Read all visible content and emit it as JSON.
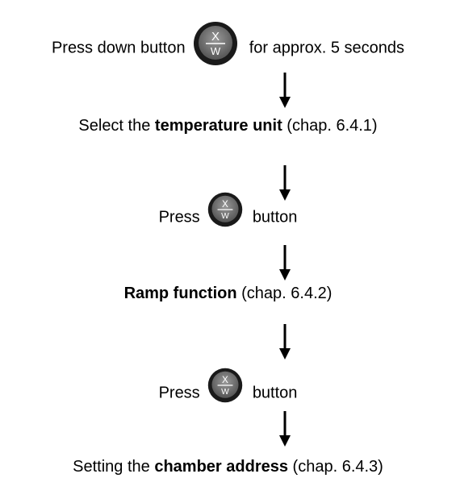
{
  "steps": [
    {
      "before": "Press down button",
      "after": "for approx. 5 seconds",
      "icon": "xw-button-icon"
    },
    {
      "before": "Select the",
      "bold": "temperature unit",
      "after": "(chap. 6.4.1)"
    },
    {
      "before": "Press",
      "after": "button",
      "icon": "xw-button-icon"
    },
    {
      "bold": "Ramp function",
      "after": "(chap. 6.4.2)"
    },
    {
      "before": "Press",
      "after": "button",
      "icon": "xw-button-icon"
    },
    {
      "before": "Setting the",
      "bold": "chamber address",
      "after": "(chap. 6.4.3)"
    }
  ],
  "button": {
    "top_label": "X",
    "bottom_label": "W"
  },
  "colors": {
    "button_outer": "#1a1a1a",
    "button_inner": "#7a7a7a",
    "button_text": "#ffffff",
    "arrow": "#000000"
  }
}
